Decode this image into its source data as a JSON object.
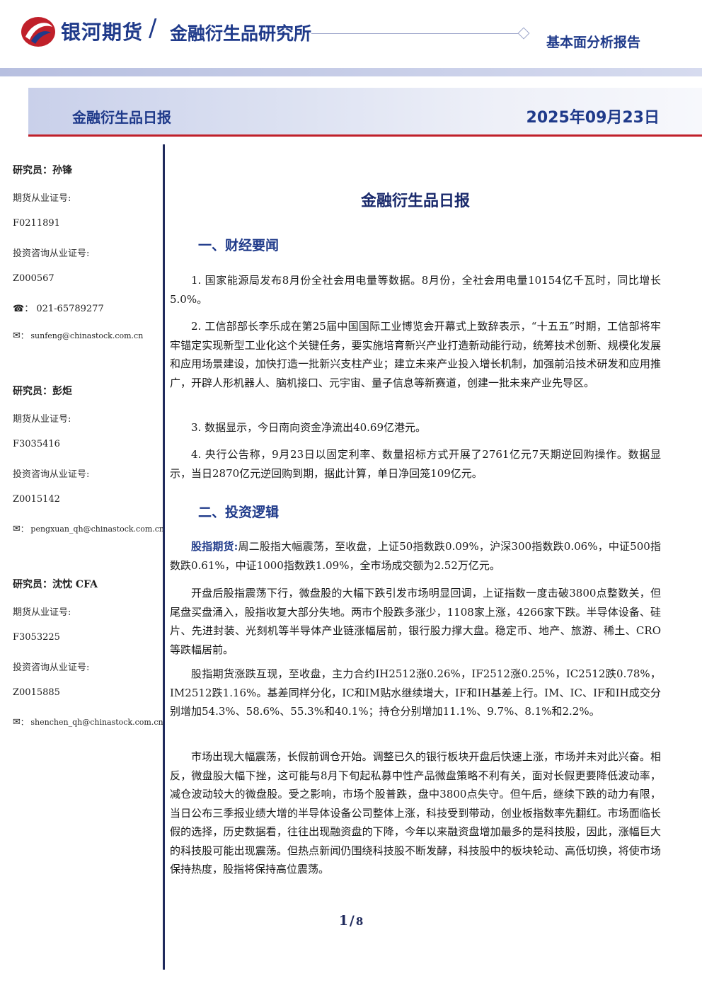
{
  "header": {
    "brand": "银河期货",
    "slash": "/",
    "institute": "金融衍生品研究所",
    "report_type": "基本面分析报告"
  },
  "title_band": {
    "title": "金融衍生品日报",
    "date": "2025年09月23日"
  },
  "sidebar": {
    "researchers": [
      {
        "name_line": "研究员：孙锋",
        "futures_label": "期货从业证号:",
        "futures_no": "F0211891",
        "invest_label": "投资咨询从业证号:",
        "invest_no": "Z000567",
        "phone": "021-65789277",
        "email": "sunfeng@chinastock.com.cn"
      },
      {
        "name_line": "研究员：彭炬",
        "futures_label": "期货从业证号:",
        "futures_no": "F3035416",
        "invest_label": "投资咨询从业证号:",
        "invest_no": "Z0015142",
        "email": "pengxuan_qh@chinastock.com.cn"
      },
      {
        "name_line": "研究员：沈忱 CFA",
        "futures_label": "期货从业证号:",
        "futures_no": "F3053225",
        "invest_label": "投资咨询从业证号:",
        "invest_no": "Z0015885",
        "email": "shenchen_qh@chinastock.com.cn"
      }
    ]
  },
  "main": {
    "title": "金融衍生品日报",
    "section1": {
      "heading": "一、财经要闻",
      "items": [
        "1. 国家能源局发布8月份全社会用电量等数据。8月份，全社会用电量10154亿千瓦时，同比增长5.0%。",
        "2. 工信部部长李乐成在第25届中国国际工业博览会开幕式上致辞表示，“十五五”时期，工信部将牢牢锚定实现新型工业化这个关键任务，要实施培育新兴产业打造新动能行动，统筹技术创新、规模化发展和应用场景建设，加快打造一批新兴支柱产业；建立未来产业投入增长机制，加强前沿技术研发和应用推广，开辟人形机器人、脑机接口、元宇宙、量子信息等新赛道，创建一批未来产业先导区。",
        "3. 数据显示，今日南向资金净流出40.69亿港元。",
        "4. 央行公告称，9月23日以固定利率、数量招标方式开展了2761亿元7天期逆回购操作。数据显示，当日2870亿元逆回购到期，据此计算，单日净回笼109亿元。"
      ]
    },
    "section2": {
      "heading": "二、投资逻辑",
      "lead_label": "股指期货:",
      "lead_text": "周二股指大幅震荡，至收盘，上证50指数跌0.09%，沪深300指数跌0.06%，中证500指数跌0.61%，中证1000指数跌1.09%，全市场成交额为2.52万亿元。",
      "paragraphs": [
        "开盘后股指震荡下行，微盘股的大幅下跌引发市场明显回调，上证指数一度击破3800点整数关，但尾盘买盘涌入，股指收复大部分失地。两市个股跌多涨少，1108家上涨，4266家下跌。半导体设备、硅片、先进封装、光刻机等半导体产业链涨幅居前，银行股力撑大盘。稳定币、地产、旅游、稀土、CRO等跌幅居前。",
        "股指期货涨跌互现，至收盘，主力合约IH2512涨0.26%，IF2512涨0.25%，IC2512跌0.78%，IM2512跌1.16%。基差同样分化，IC和IM贴水继续增大，IF和IH基差上行。IM、IC、IF和IH成交分别增加54.3%、58.6%、55.3%和40.1%；持仓分别增加11.1%、9.7%、8.1%和2.2%。",
        "市场出现大幅震荡，长假前调仓开始。调整已久的银行板块开盘后快速上涨，市场并未对此兴奋。相反，微盘股大幅下挫，这可能与8月下旬起私募中性产品微盘策略不利有关，面对长假更要降低波动率，减仓波动较大的微盘股。受之影响，市场个股普跌，盘中3800点失守。但午后，继续下跌的动力有限，当日公布三季报业绩大增的半导体设备公司整体上涨，科技受到带动，创业板指数率先翻红。市场面临长假的选择，历史数据看，往往出现融资盘的下降，今年以来融资盘增加最多的是科技股，因此，涨幅巨大的科技股可能出现震荡。但热点新闻仍围绕科技股不断发酵，科技股中的板块轮动、高低切换，将使市场保持热度，股指将保持高位震荡。"
      ]
    }
  },
  "footer": {
    "page": "1",
    "sep": "/",
    "total": "8"
  },
  "colors": {
    "brand_blue": "#1f3a8a",
    "accent_red": "#c0202a",
    "divider_navy": "#1f2a5c"
  },
  "icons": {
    "phone": "phone-icon",
    "email": "email-icon",
    "logo": "galaxy-logo-icon"
  }
}
